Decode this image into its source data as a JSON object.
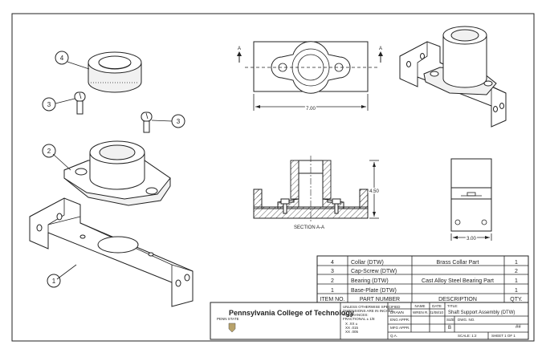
{
  "title_block": {
    "company": "Pennsylvania College of Technology",
    "sub_logo": "PENN STATE",
    "notes": [
      "UNLESS OTHERWISE SPECIFIED",
      "DIMENSIONS ARE IN INCHES",
      "TOLERANCES:",
      "FRACTIONAL ±  1/8"
    ],
    "tolerances": [
      "X   .XX ±",
      "XX  .015",
      "XX  .005"
    ],
    "name_header": "NAME",
    "date_header": "DATE",
    "drawn_label": "DRAWN",
    "drawn_name": "WREN R. J.",
    "drawn_date": "1/08/10",
    "eng_appr_label": "ENG APPR.",
    "mfg_appr_label": "MFG APPR.",
    "qa_label": "Q.A.",
    "title_label": "TITLE:",
    "title": "Shaft Support Assembly (DTW)",
    "size_label": "SIZE",
    "size": "B",
    "dwg_no_label": "DWG. NO.",
    "rev": "##",
    "scale": "SCALE: 1:2",
    "sheet": "SHEET 1 OF 1"
  },
  "bom": {
    "headers": [
      "ITEM NO.",
      "PART NUMBER",
      "DESCRIPTION",
      "QTY."
    ],
    "rows": [
      {
        "item": "4",
        "part": "Collar (DTW)",
        "desc": "Brass Collar Part",
        "qty": "1"
      },
      {
        "item": "3",
        "part": "Cap-Screw (DTW)",
        "desc": "",
        "qty": "2"
      },
      {
        "item": "2",
        "part": "Bearing (DTW)",
        "desc": "Cast Alloy Steel Bearing Part",
        "qty": "1"
      },
      {
        "item": "1",
        "part": "Base-Plate (DTW)",
        "desc": "",
        "qty": "1"
      }
    ]
  },
  "balloons": [
    "4",
    "3",
    "3",
    "2",
    "1"
  ],
  "section_markers": [
    "A",
    "A"
  ],
  "section_label": "SECTION A-A",
  "dimensions": {
    "width": "7.00",
    "height": "4.50",
    "depth": "3.00"
  }
}
